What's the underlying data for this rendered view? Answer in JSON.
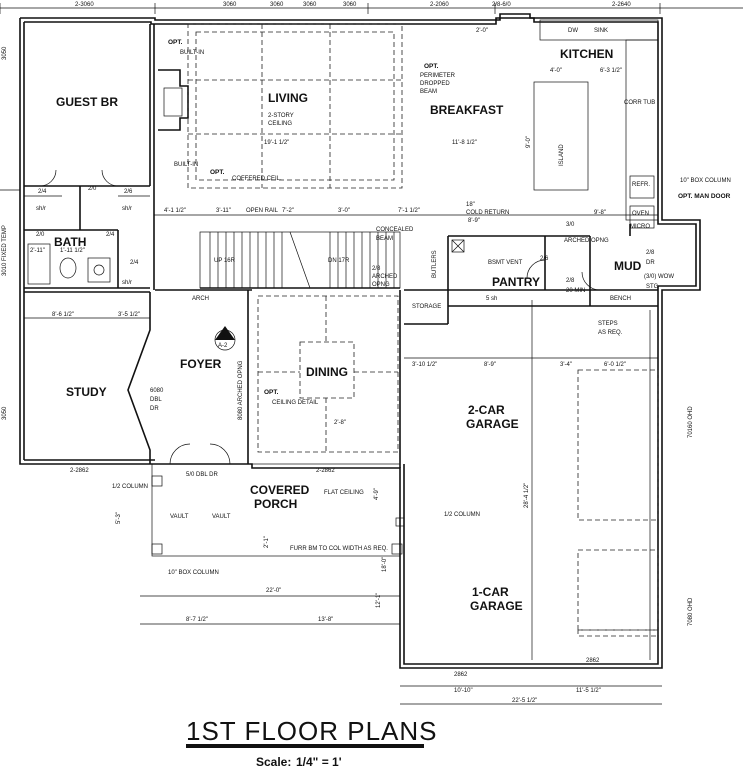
{
  "rooms": {
    "guest_br": "GUEST BR",
    "living": "LIVING",
    "breakfast": "BREAKFAST",
    "kitchen": "KITCHEN",
    "bath": "BATH",
    "pantry": "PANTRY",
    "mud": "MUD",
    "foyer": "FOYER",
    "dining": "DINING",
    "study": "STUDY",
    "garage2": "2-CAR",
    "garage2b": "GARAGE",
    "covered": "COVERED",
    "porch": "PORCH",
    "garage1": "1-CAR",
    "garage1b": "GARAGE",
    "island": "ISLAND",
    "storage": "STORAGE",
    "bench": "BENCH"
  },
  "notes": {
    "opt1": "OPT.",
    "builtin1": "BUILT-IN",
    "builtin2": "BUILT-IN",
    "story": "2-STORY",
    "ceiling": "CEILING",
    "perimeter": "PERIMETER",
    "dropped": "DROPPED",
    "beam": "BEAM",
    "opt_coff": "OPT.",
    "coffered": "COFFERED CEIL.",
    "opt_perim": "OPT.",
    "corner_tub": "CORR TUB",
    "refr": "REFR.",
    "dw": "DW",
    "sink": "SINK",
    "oven": "OVEN",
    "micro": "MICRO",
    "open_rail": "OPEN RAIL",
    "cold_return": "COLD RETURN",
    "concealed": "CONCEALED",
    "beam2": "BEAM",
    "arched_opng": "ARCHED OPNG",
    "up16r": "UP 16R",
    "dn17r": "DN 17R",
    "arched2": "ARCHED",
    "opng2": "OPNG",
    "butlers": "BUTLERS",
    "bsmt_vent": "BSMT VENT",
    "shelf": "5 sh",
    "mud_dr": "DR",
    "wow": "(3/0) WOW",
    "stg": "STG",
    "steps": "STEPS",
    "as_req": "AS REQ.",
    "arch": "ARCH",
    "opt_dining": "OPT.",
    "ceiling_detail": "CEILING DETAIL",
    "sixty80": "6080",
    "dbl": "DBL",
    "dr": "DR",
    "arched_opng2": "8080 ARCHED OPNG",
    "five0_dbl": "5/0 DBL DR",
    "half_col": "1/2 COLUMN",
    "half_col2": "1/2 COLUMN",
    "vault1": "VAULT",
    "vault2": "VAULT",
    "flat_ceiling": "FLAT CEILING",
    "furr": "FURR BM TO COL WIDTH AS REQ.",
    "box_col": "10\" BOX COLUMN",
    "box_col2": "10\" BOX COLUMN",
    "opt_man": "OPT. MAN DOOR",
    "ohd1": "70160 OHD",
    "ohd2": "7080 OHD",
    "a2": "A-2",
    "three": "3",
    "sh1": "sh/r",
    "sh2": "sh/r",
    "sh3": "sh/r"
  },
  "dims": {
    "top": [
      "2-3060",
      "3060",
      "3060",
      "3060",
      "3060",
      "2-2060",
      "2/8-6/0",
      "2-2640"
    ],
    "d_19_1": "19'-1 1/2\"",
    "d_11_8": "11'-8 1/2\"",
    "d_4_1": "4'-1 1/2\"",
    "d_3_11": "3'-11\"",
    "d_7_2": "7'-2\"",
    "d_3_0": "3'-0\"",
    "d_7_1": "7'-1 1/2\"",
    "d_8_9": "8'-9\"",
    "d_9_8": "9'-8\"",
    "d_18": "18\"",
    "d_4_0": "4'-0\"",
    "d_6_3": "6'-3 1/2\"",
    "d_2_0": "2'-0\"",
    "d_9_0": "9'-0\"",
    "d_3_10": "3'-10 1/2\"",
    "d_8_9b": "8'-9\"",
    "d_3_4": "3'-4\"",
    "d_6_0": "6'-0 1/2\"",
    "d_8_6": "8'-6 1/2\"",
    "d_3_5": "3'-5 1/2\"",
    "d_2_2862": "2-2862",
    "d_2_2862b": "2-2862",
    "d_22_0": "22'-0\"",
    "d_8_7": "8'-7 1/2\"",
    "d_13_8": "13'-8\"",
    "d_2862a": "2862",
    "d_2862b": "2862",
    "d_10_10": "10'-10\"",
    "d_11_5": "11'-5 1/2\"",
    "d_22_5": "22'-5 1/2\"",
    "d_28_4": "28'-4 1/2\"",
    "d_2_4": "2/4",
    "d_2_0b": "2/0",
    "d_2_6": "2/6",
    "d_2_4b": "2/4",
    "d_2_4c": "2/4",
    "d_2_0c": "2/0",
    "d_3_0b": "3/0",
    "d_2_8": "2/8",
    "d_2_6b": "2/6",
    "d_2_8b": "2/8",
    "d_2_8c": "2/8",
    "d_1_11": "1'-11 1/2\"",
    "d_2_11": "2'-11\"",
    "d_2_8d": "2'-8\"",
    "d_4_9": "4'-9\"",
    "d_18b": "18'-0\"",
    "d_12_1": "12'-1\"",
    "d_2_1": "2'-1\"",
    "d_5_3": "5'-3\"",
    "d_20": "20 MIN",
    "d_3060l": "3050",
    "d_3060l2": "3050",
    "d_3010": "3010 FIXED TEMP"
  },
  "title": "1ST FLOOR PLANS",
  "scale_label": "Scale:",
  "scale_value": "1/4\" = 1'"
}
